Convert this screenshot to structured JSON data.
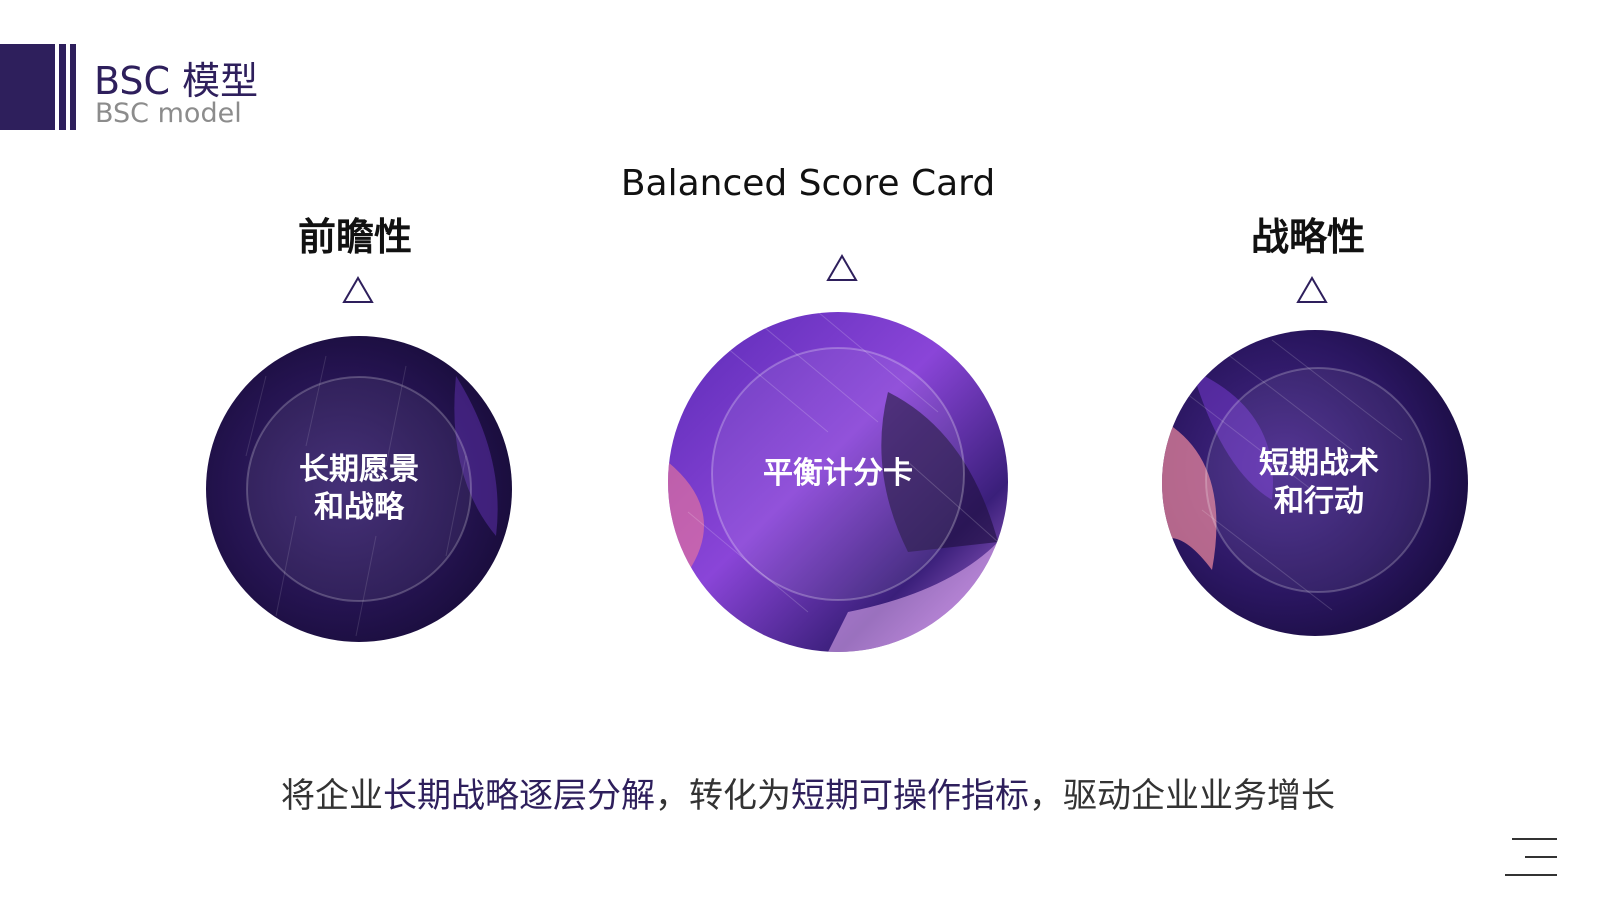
{
  "header": {
    "title": "BSC 模型",
    "subtitle": "BSC model"
  },
  "main": {
    "title": "Balanced Score Card",
    "pillars": [
      {
        "label": "前瞻性",
        "circle_line1": "长期愿景",
        "circle_line2": "和战略"
      },
      {
        "label": "",
        "circle_line1": "平衡计分卡",
        "circle_line2": ""
      },
      {
        "label": "战略性",
        "circle_line1": "短期战术",
        "circle_line2": "和行动"
      }
    ]
  },
  "footer": {
    "segments": [
      {
        "text": "将企业",
        "highlight": false
      },
      {
        "text": "长期战略逐层分解",
        "highlight": true
      },
      {
        "text": "，转化为",
        "highlight": false
      },
      {
        "text": "短期可操作指标",
        "highlight": true
      },
      {
        "text": "，驱动企业业务增长",
        "highlight": false
      }
    ]
  },
  "colors": {
    "brand": "#2e1f5c",
    "highlight": "#2e1f5c",
    "orb_dark": "#1a0e3d",
    "orb_purple": "#7a3bd6",
    "orb_pink": "#f07a9a"
  },
  "icons": {
    "triangle": "triangle-outline-icon",
    "menu": "menu-lines-icon"
  }
}
